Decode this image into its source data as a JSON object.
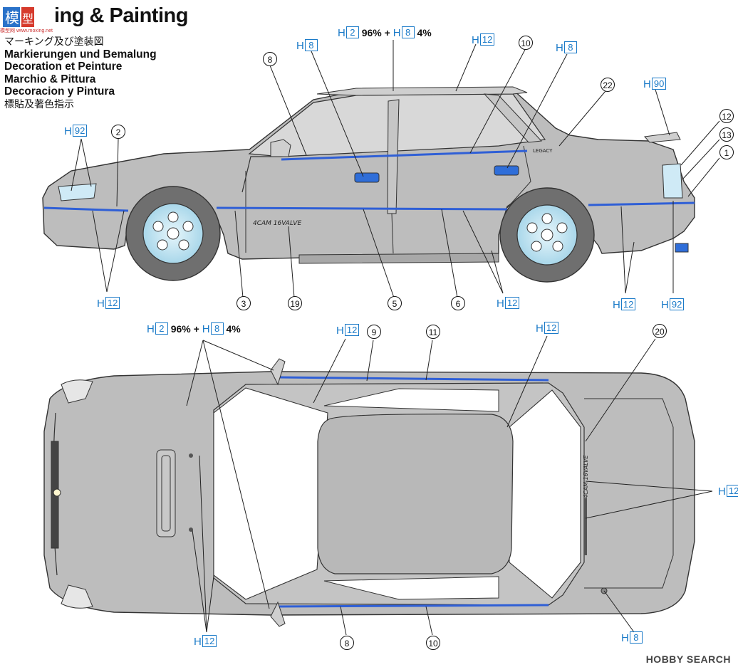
{
  "title": "ing & Painting",
  "logo_caption": "模型网 www.moxing.net",
  "languages": [
    "マーキング及び塗装図",
    "Markierungen und Bemalung",
    "Decoration et Peinture",
    "Marchio & Pittura",
    "Decoracion y Pintura",
    "標貼及著色指示"
  ],
  "colors": {
    "accent_blue": "#1a7ac8",
    "car_gray": "#bdbdbd",
    "glass_gray": "#cfcfcf",
    "stripe_blue": "#2f5fd6",
    "wheel_blue": "#bfe4f2"
  },
  "color_callouts": {
    "h_prefix": "H",
    "body_mix": {
      "c1": "2",
      "p1": "96%",
      "plus": "+",
      "c2": "8",
      "p2": "4%"
    },
    "side": {
      "h8_a": "8",
      "h8_b": "8",
      "h92_front": "92",
      "h90": "90",
      "h12_front": "12",
      "h12_mid": "12",
      "h12_rear": "12",
      "h92_rear": "92"
    },
    "top": {
      "h12_a": "12",
      "h12_b": "12",
      "h12_right": "12",
      "h12_bottom": "12",
      "h8_bottom": "8"
    }
  },
  "decal_numbers": {
    "side": [
      "8",
      "10",
      "22",
      "2",
      "12",
      "13",
      "1",
      "3",
      "19",
      "5",
      "6"
    ],
    "top": [
      "9",
      "11",
      "20",
      "8",
      "10"
    ]
  },
  "side_decal_text": {
    "logo": "4CAM 16VALVE",
    "badge": "LEGACY"
  },
  "top_decal_text": "4CAM 16VALVE",
  "watermark": "HOBBY SEARCH"
}
